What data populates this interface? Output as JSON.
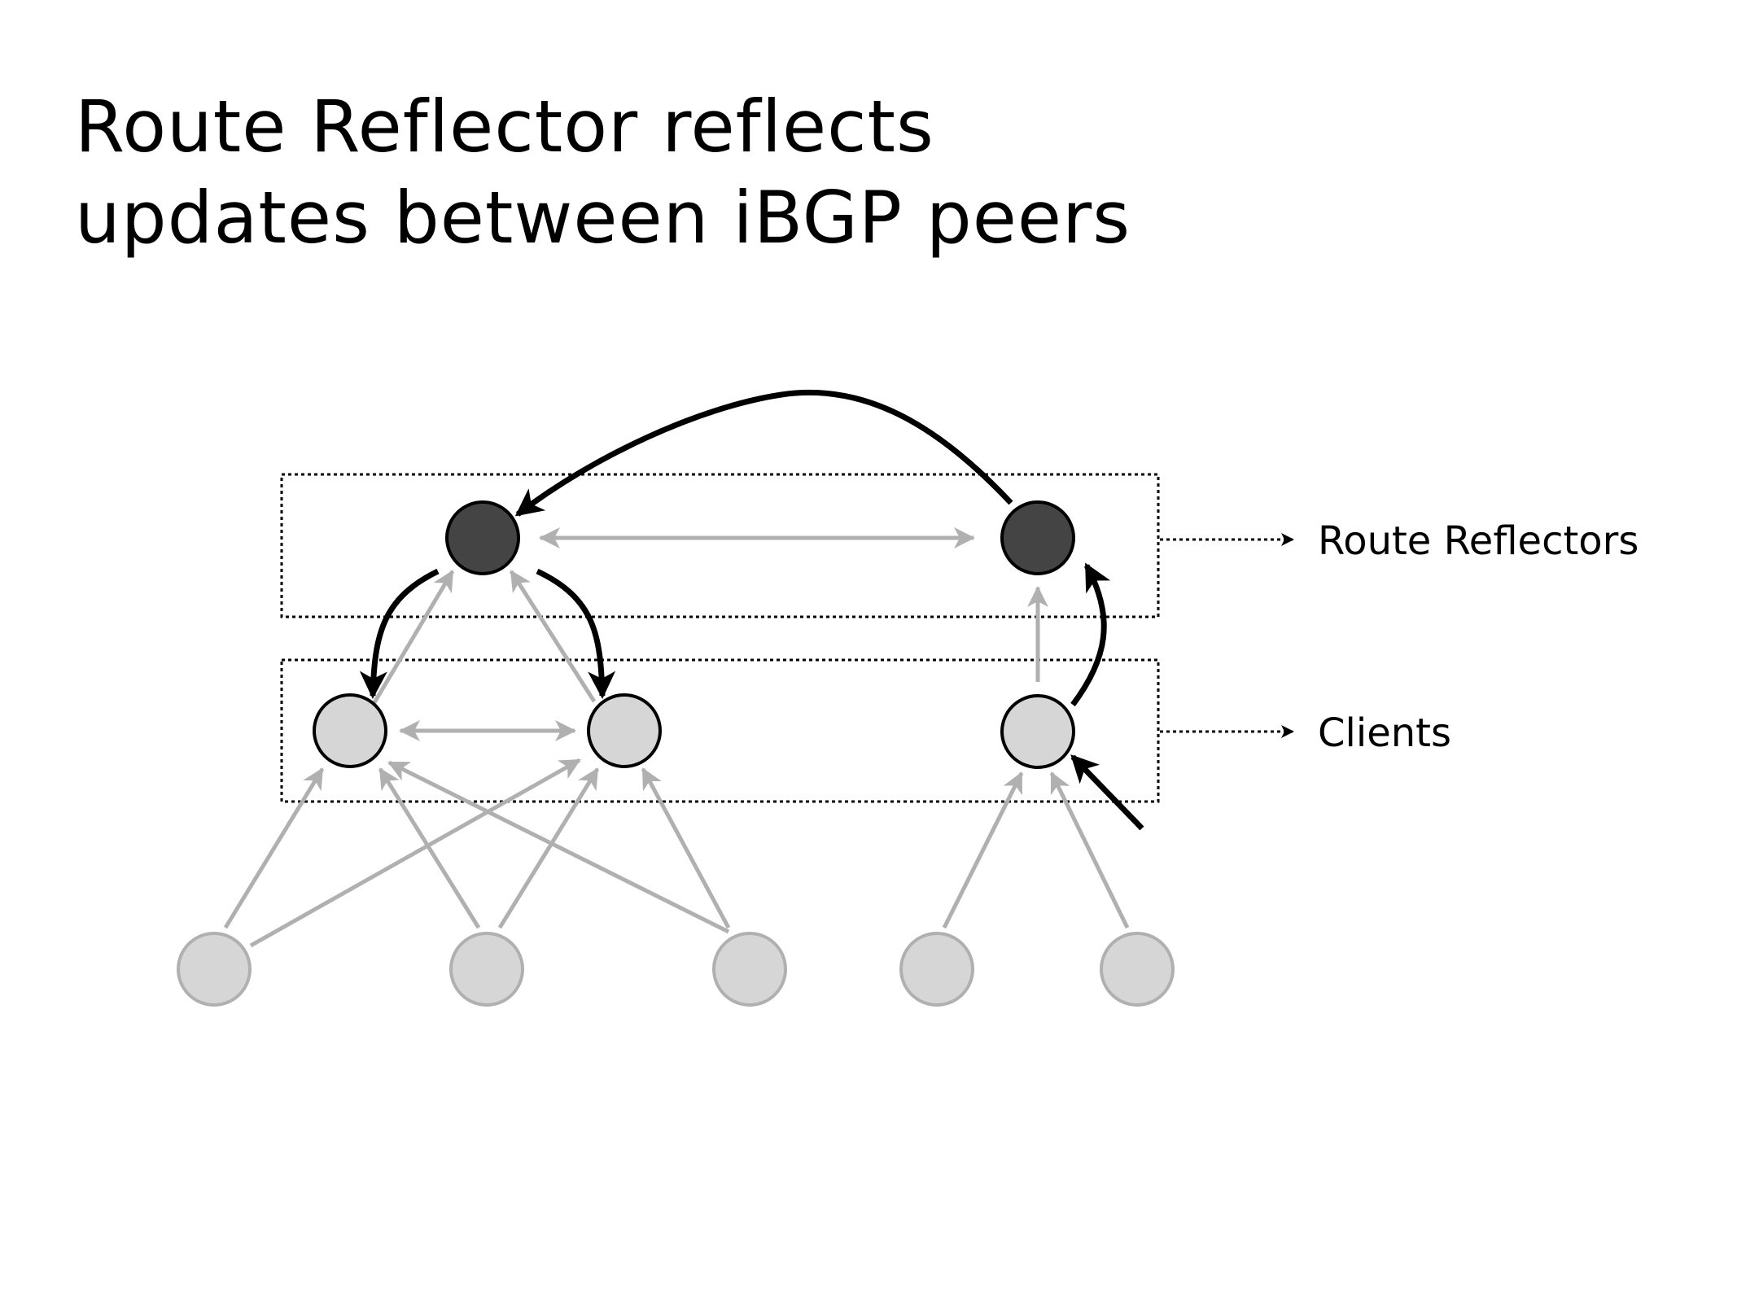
{
  "title": {
    "line1": "Route Reflector reflects",
    "line2": "updates between iBGP peers"
  },
  "labels": {
    "route_reflectors": "Route Reflectors",
    "clients": "Clients"
  },
  "colors": {
    "route_reflector_fill": "#444444",
    "client_fill": "#d6d6d6",
    "peer_edge": "#b0b0b0",
    "reflected_update": "#000000",
    "faded_node_stroke": "#b0b0b0"
  },
  "nodes": {
    "route_reflectors": [
      "rr-1",
      "rr-2"
    ],
    "clients": [
      "client-1",
      "client-2",
      "client-3"
    ],
    "peers": [
      "peer-1",
      "peer-2",
      "peer-3",
      "peer-4",
      "peer-5"
    ]
  }
}
